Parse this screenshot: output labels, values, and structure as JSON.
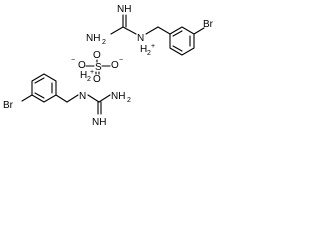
{
  "molecule": {
    "upper": {
      "imine_nh": "NH",
      "amine_nh2": "NH",
      "amine_nh2_sub": "2",
      "ring_n": "N",
      "h2_plus": "H",
      "h2_sub": "2",
      "h2_plus_sign": "+",
      "br": "Br"
    },
    "sulfate": {
      "o_top": "O",
      "o_left": "O",
      "o_right": "O",
      "o_bottom": "O",
      "s": "S",
      "minus_left": "−",
      "minus_right": "−"
    },
    "lower": {
      "h2_plus": "H",
      "h2_sub": "2",
      "h2_plus_sign": "+",
      "ring_n": "N",
      "amine_nh2": "NH",
      "amine_nh2_sub": "2",
      "imine_nh": "NH",
      "br": "Br"
    }
  }
}
